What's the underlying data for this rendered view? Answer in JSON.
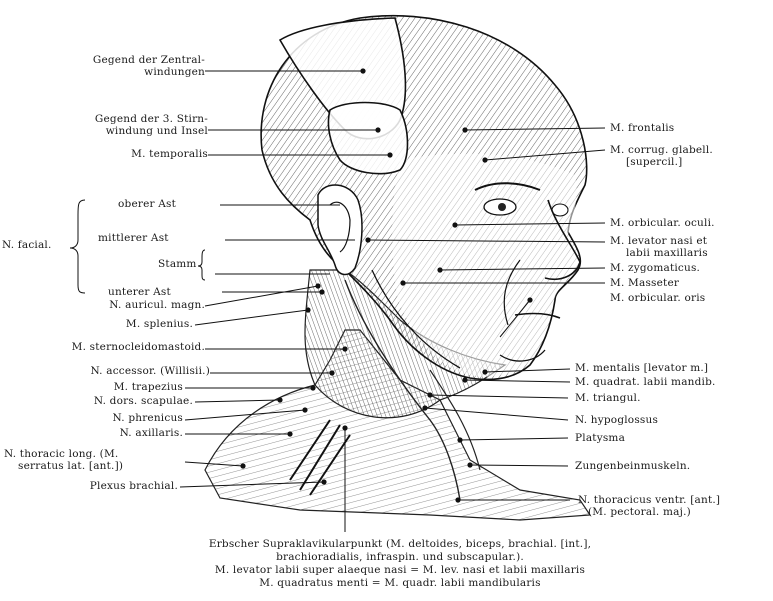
{
  "left_labels": {
    "zentral_1": "Gegend der Zentral-",
    "zentral_2": "windungen",
    "stirn_1": "Gegend der 3. Stirn-",
    "stirn_2": "windung und Insel",
    "temporalis": "M. temporalis",
    "facial_group": "N. facial.",
    "oberer": "oberer Ast",
    "mittlerer": "mittlerer Ast",
    "stamm": "Stamm",
    "unterer": "unterer Ast",
    "auricul": "N. auricul. magn.",
    "splenius": "M. splenius.",
    "sterno": "M. sternocleidomastoid.",
    "accessor": "N. accessor. (Willisii.)",
    "trapezius": "M. trapezius",
    "dors_scap": "N. dors. scapulae.",
    "phrenicus": "N. phrenicus",
    "axillaris": "N. axillaris.",
    "thoracic_1": "N. thoracic long. (M.",
    "thoracic_2": "serratus lat. [ant.])",
    "plexus": "Plexus brachial."
  },
  "right_labels": {
    "frontalis": "M. frontalis",
    "corrug_1": "M. corrug. glabell.",
    "corrug_2": "[supercil.]",
    "orbicular_oculi": "M. orbicular. oculi.",
    "levator_1": "M. levator nasi et",
    "levator_2": "labii maxillaris",
    "zygomaticus": "M. zygomaticus.",
    "masseter": "M. Masseter",
    "orbicular_oris": "M. orbicular. oris",
    "mentalis": "M. mentalis [levator m.]",
    "quadrat": "M. quadrat. labii mandib.",
    "triangul": "M. triangul.",
    "hypoglossus": "N. hypoglossus",
    "platysma": "Platysma",
    "zungenbein": "Zungenbeinmuskeln.",
    "thoracicus_1": "N. thoracicus ventr. [ant.]",
    "thoracicus_2": "(M. pectoral. maj.)"
  },
  "caption": {
    "line1": "Erbscher Supraklavikularpunkt (M. deltoides, biceps, brachial. [int.],",
    "line2": "brachioradialis, infraspin. und subscapular.).",
    "line3": "M. levator labii super alaeque nasi = M. lev. nasi et labii maxillaris",
    "line4": "M. quadratus menti = M. quadr. labii mandibularis"
  }
}
